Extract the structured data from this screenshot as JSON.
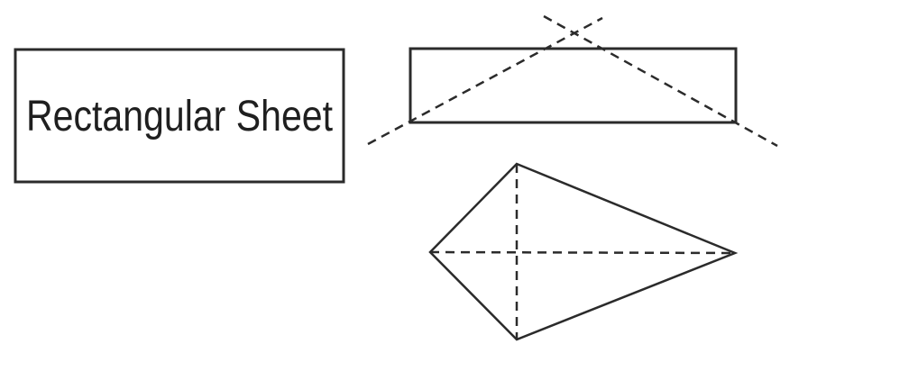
{
  "diagram": {
    "label_box": {
      "label": "Rectangular Sheet"
    },
    "shapes": {
      "rectangular_sheet": "rectangular-sheet",
      "kite": "kite-with-diagonals",
      "fold_lines": "dashed-fold-lines"
    },
    "colors": {
      "line": "#2b2b2b",
      "text": "#1f1f1f",
      "background": "#ffffff"
    }
  }
}
